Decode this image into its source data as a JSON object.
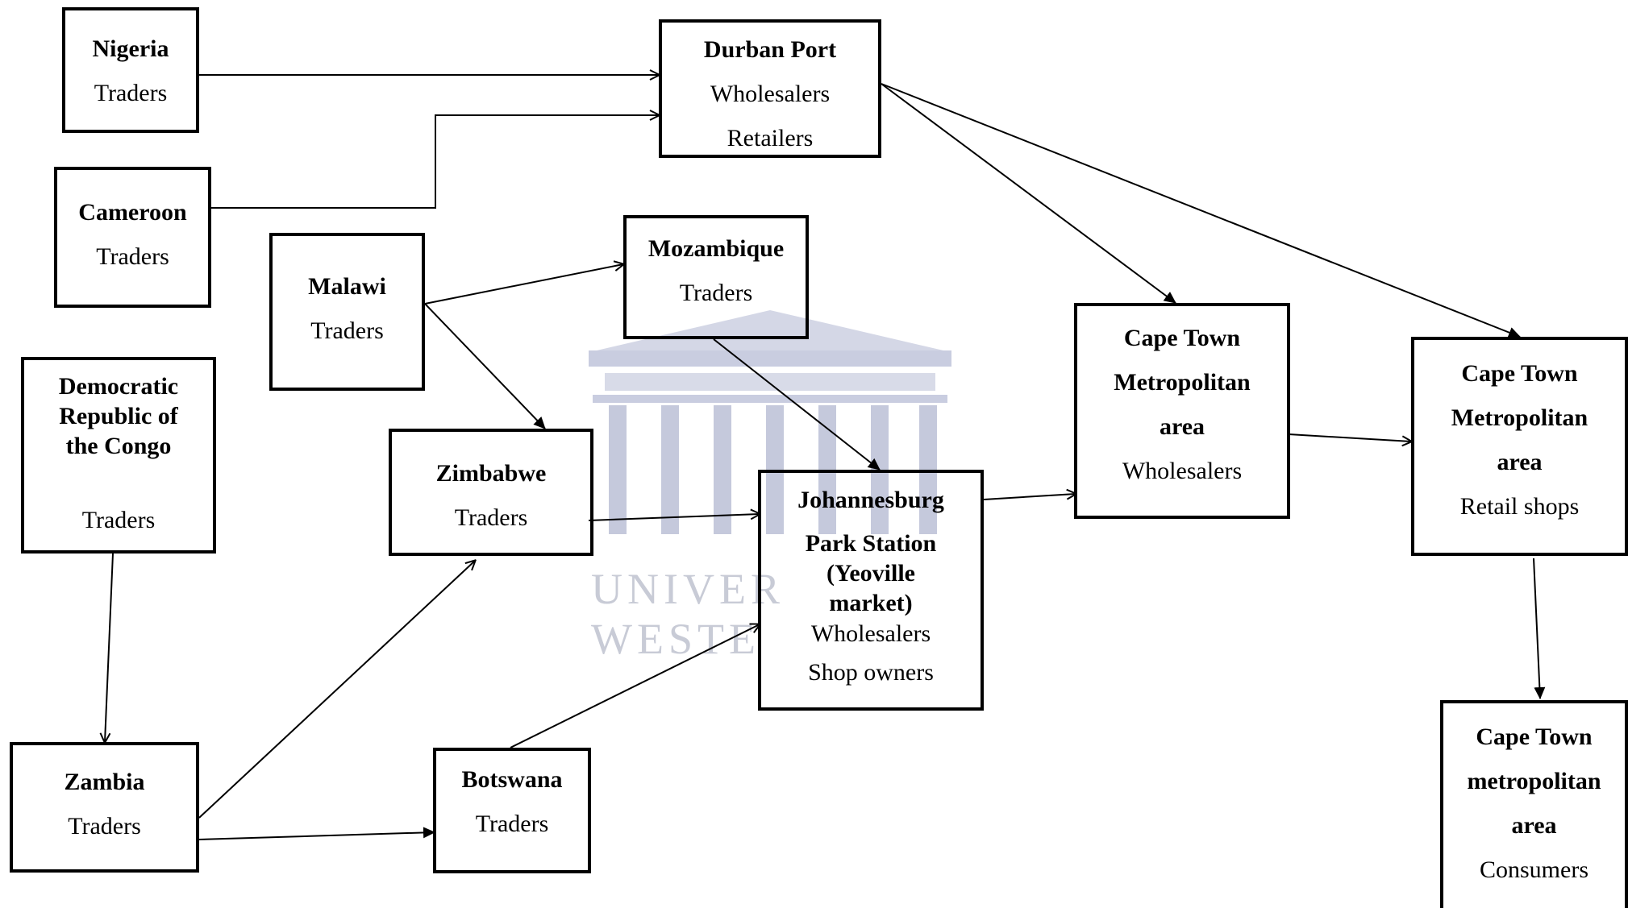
{
  "nodes": {
    "nigeria": {
      "title": "Nigeria",
      "lines": [
        "Traders"
      ]
    },
    "cameroon": {
      "title": "Cameroon",
      "lines": [
        "Traders"
      ]
    },
    "durban": {
      "title": "Durban Port",
      "lines": [
        "Wholesalers",
        "Retailers"
      ]
    },
    "malawi": {
      "title": "Malawi",
      "lines": [
        "Traders"
      ]
    },
    "mozambique": {
      "title": "Mozambique",
      "lines": [
        "Traders"
      ]
    },
    "drc": {
      "title_lines": [
        "Democratic",
        "Republic of",
        "the Congo"
      ],
      "lines": [
        "Traders"
      ]
    },
    "zimbabwe": {
      "title": "Zimbabwe",
      "lines": [
        "Traders"
      ]
    },
    "johannesburg": {
      "title": "Johannesburg",
      "title_lines": [
        "Park Station",
        "(Yeoville",
        "market)"
      ],
      "lines": [
        "Wholesalers",
        "Shop owners"
      ]
    },
    "ct_wholesale": {
      "title_lines": [
        "Cape Town",
        "Metropolitan",
        "area"
      ],
      "lines": [
        "Wholesalers"
      ]
    },
    "ct_retail": {
      "title_lines": [
        "Cape Town",
        "Metropolitan",
        "area"
      ],
      "lines": [
        "Retail shops"
      ]
    },
    "ct_consumers": {
      "title_lines": [
        "Cape Town",
        "metropolitan",
        "area"
      ],
      "lines": [
        "Consumers"
      ]
    },
    "zambia": {
      "title": "Zambia",
      "lines": [
        "Traders"
      ]
    },
    "botswana": {
      "title": "Botswana",
      "lines": [
        "Traders"
      ]
    }
  },
  "edges": [
    {
      "from": "Nigeria",
      "to": "Durban Port"
    },
    {
      "from": "Cameroon",
      "to": "Durban Port"
    },
    {
      "from": "Durban Port",
      "to": "Cape Town Metropolitan area Wholesalers"
    },
    {
      "from": "Durban Port",
      "to": "Cape Town Metropolitan area Retail shops"
    },
    {
      "from": "Malawi",
      "to": "Mozambique"
    },
    {
      "from": "Malawi",
      "to": "Zimbabwe"
    },
    {
      "from": "Mozambique",
      "to": "Johannesburg Park Station (Yeoville market)"
    },
    {
      "from": "Zimbabwe",
      "to": "Johannesburg Park Station (Yeoville market)"
    },
    {
      "from": "Democratic Republic of the Congo",
      "to": "Zambia"
    },
    {
      "from": "Zambia",
      "to": "Zimbabwe"
    },
    {
      "from": "Zambia",
      "to": "Botswana"
    },
    {
      "from": "Botswana",
      "to": "Johannesburg Park Station (Yeoville market)"
    },
    {
      "from": "Johannesburg Park Station (Yeoville market)",
      "to": "Cape Town Metropolitan area Wholesalers"
    },
    {
      "from": "Cape Town Metropolitan area Wholesalers",
      "to": "Cape Town Metropolitan area Retail shops"
    },
    {
      "from": "Cape Town Metropolitan area Retail shops",
      "to": "Cape Town metropolitan area Consumers"
    }
  ],
  "watermark": {
    "line1": "UNIVER",
    "line2": "WESTE",
    "color": "#c8cbd6"
  },
  "colors": {
    "stroke": "#000000",
    "watermark": "#c8cbd6"
  }
}
